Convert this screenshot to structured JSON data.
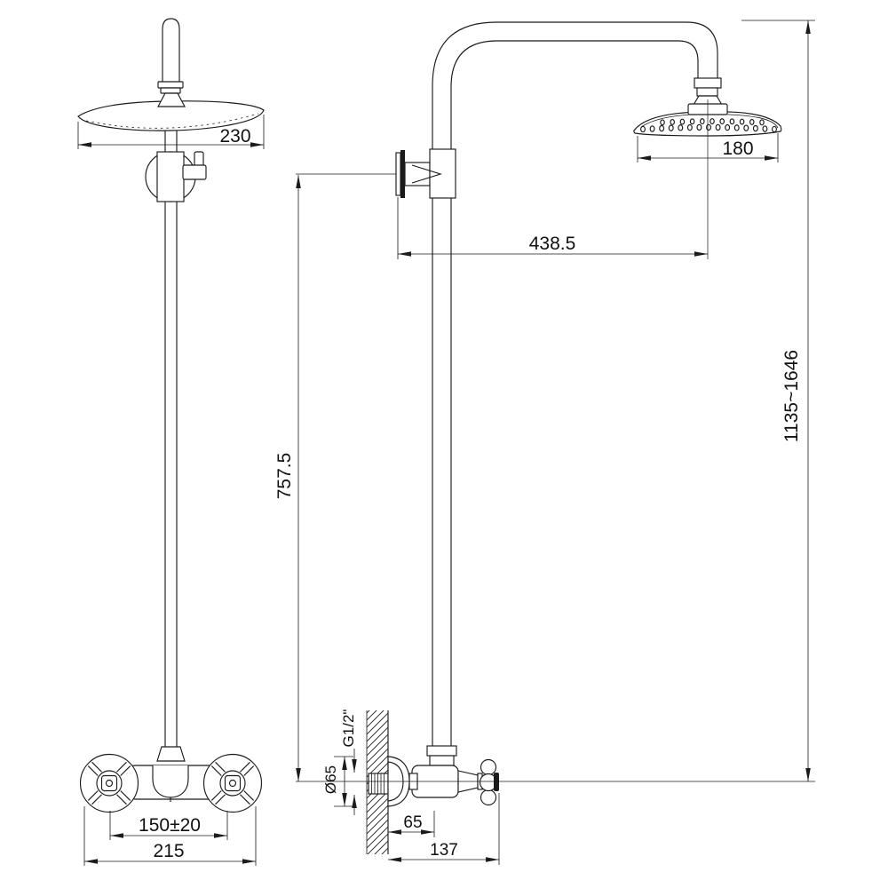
{
  "drawing": {
    "background": "#ffffff",
    "line_color": "#1b1b1b",
    "views": {
      "front": {
        "head_width": "230",
        "handle_spacing": "150±20",
        "overall_width": "215"
      },
      "side": {
        "head_diameter": "180",
        "head_offset": "438.5",
        "riser_length": "757.5",
        "overall_height_range": "1135~1646",
        "escutcheon_diameter": "Ø65",
        "thread_size": "G1/2\"",
        "wall_to_riser": "65",
        "wall_to_handle": "137"
      }
    }
  }
}
